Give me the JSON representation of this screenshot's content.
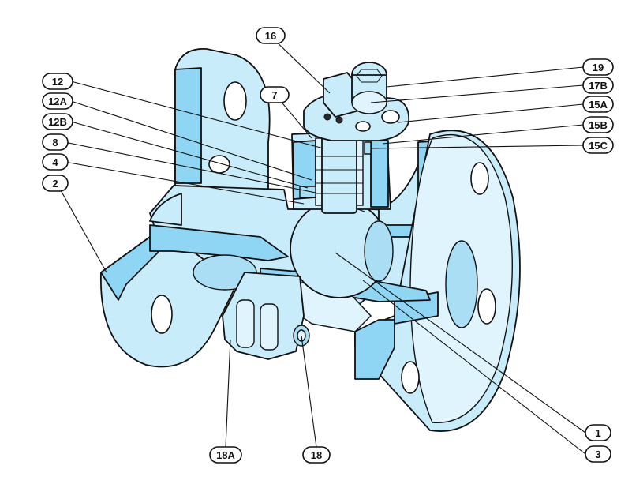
{
  "callouts": [
    {
      "id": "c16",
      "label": "16"
    },
    {
      "id": "c19",
      "label": "19"
    },
    {
      "id": "c17B",
      "label": "17B"
    },
    {
      "id": "c15A",
      "label": "15A"
    },
    {
      "id": "c15B",
      "label": "15B"
    },
    {
      "id": "c15C",
      "label": "15C"
    },
    {
      "id": "c12",
      "label": "12"
    },
    {
      "id": "c7",
      "label": "7"
    },
    {
      "id": "c12A",
      "label": "12A"
    },
    {
      "id": "c12B",
      "label": "12B"
    },
    {
      "id": "c8",
      "label": "8"
    },
    {
      "id": "c4",
      "label": "4"
    },
    {
      "id": "c2",
      "label": "2"
    },
    {
      "id": "c1",
      "label": "1"
    },
    {
      "id": "c3",
      "label": "3"
    },
    {
      "id": "c18A",
      "label": "18A"
    },
    {
      "id": "c18",
      "label": "18"
    }
  ]
}
